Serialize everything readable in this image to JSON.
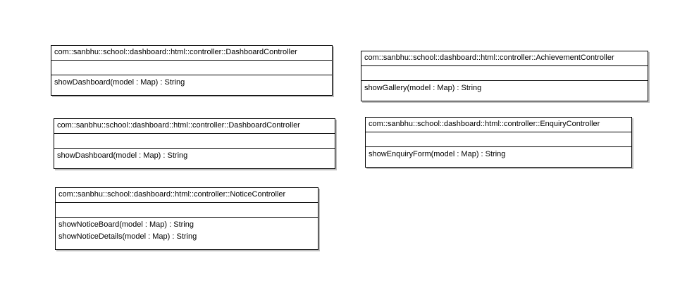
{
  "classes": [
    {
      "name": "com::sanbhu::school::dashboard::html::controller::DashboardController",
      "operations": [
        "showDashboard(model : Map) : String"
      ]
    },
    {
      "name": "com::sanbhu::school::dashboard::html::controller::AchievementController",
      "operations": [
        "showGallery(model : Map) : String"
      ]
    },
    {
      "name": "com::sanbhu::school::dashboard::html::controller::DashboardController",
      "operations": [
        "showDashboard(model : Map) : String"
      ]
    },
    {
      "name": "com::sanbhu::school::dashboard::html::controller::EnquiryController",
      "operations": [
        "showEnquiryForm(model : Map) : String"
      ]
    },
    {
      "name": "com::sanbhu::school::dashboard::html::controller::NoticeController",
      "operations": [
        "showNoticeBoard(model : Map) : String",
        "showNoticeDetails(model : Map) : String"
      ]
    }
  ]
}
